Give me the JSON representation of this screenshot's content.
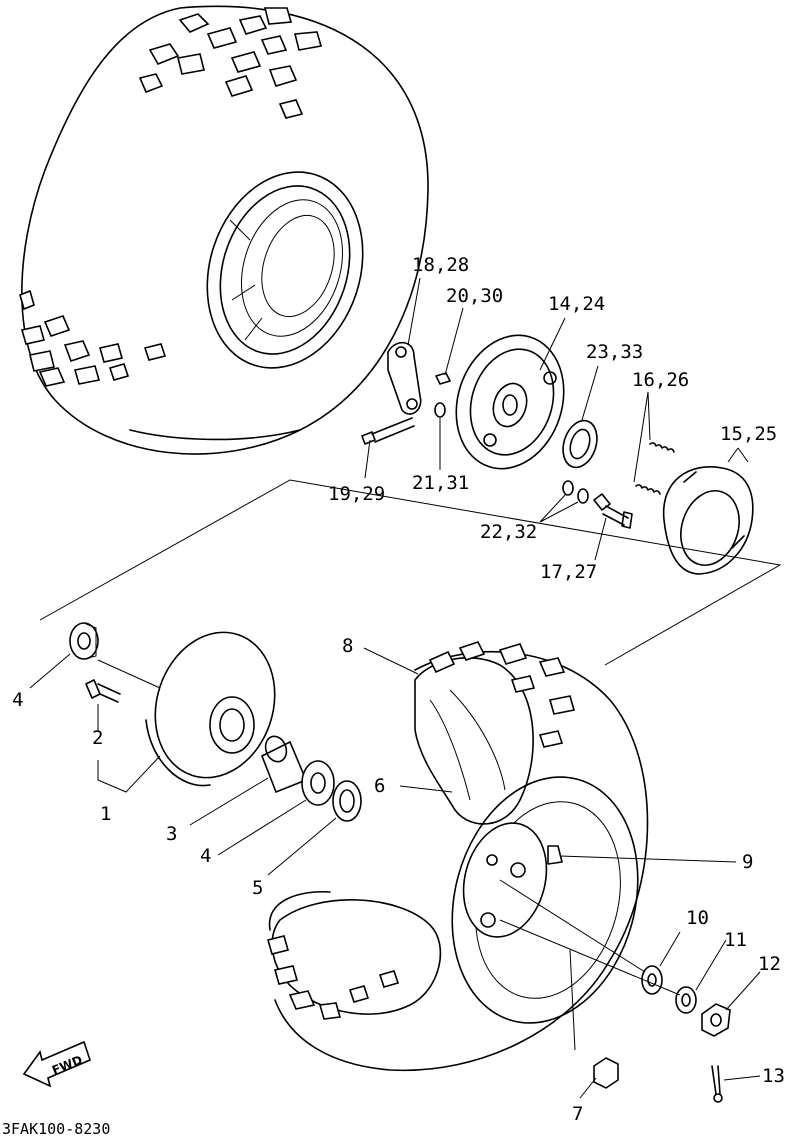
{
  "diagram": {
    "callouts": [
      {
        "id": "c1",
        "text": "1"
      },
      {
        "id": "c2",
        "text": "2"
      },
      {
        "id": "c3",
        "text": "3"
      },
      {
        "id": "c4a",
        "text": "4"
      },
      {
        "id": "c4b",
        "text": "4"
      },
      {
        "id": "c5",
        "text": "5"
      },
      {
        "id": "c6",
        "text": "6"
      },
      {
        "id": "c7",
        "text": "7"
      },
      {
        "id": "c8",
        "text": "8"
      },
      {
        "id": "c9",
        "text": "9"
      },
      {
        "id": "c10",
        "text": "10"
      },
      {
        "id": "c11",
        "text": "11"
      },
      {
        "id": "c12",
        "text": "12"
      },
      {
        "id": "c13",
        "text": "13"
      },
      {
        "id": "c14",
        "text": "14,24"
      },
      {
        "id": "c15",
        "text": "15,25"
      },
      {
        "id": "c16",
        "text": "16,26"
      },
      {
        "id": "c17",
        "text": "17,27"
      },
      {
        "id": "c18",
        "text": "18,28"
      },
      {
        "id": "c19",
        "text": "19,29"
      },
      {
        "id": "c20",
        "text": "20,30"
      },
      {
        "id": "c21",
        "text": "21,31"
      },
      {
        "id": "c22",
        "text": "22,32"
      },
      {
        "id": "c23",
        "text": "23,33"
      }
    ],
    "direction_arrow": "FWD",
    "drawing_code": "3FAK100-8230"
  }
}
